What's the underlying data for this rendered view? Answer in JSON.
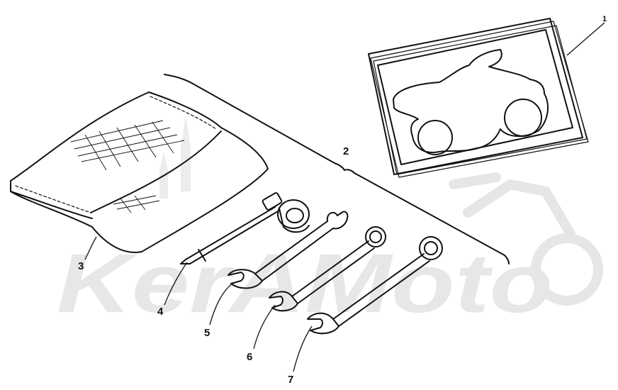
{
  "callouts": {
    "c1": "1",
    "c2": "2",
    "c3": "3",
    "c4": "4",
    "c5": "5",
    "c6": "6",
    "c7": "7"
  },
  "watermark": {
    "text": "KerAMoto",
    "color": "#e4e4e4"
  },
  "colors": {
    "line": "#111111",
    "background": "#ffffff"
  }
}
